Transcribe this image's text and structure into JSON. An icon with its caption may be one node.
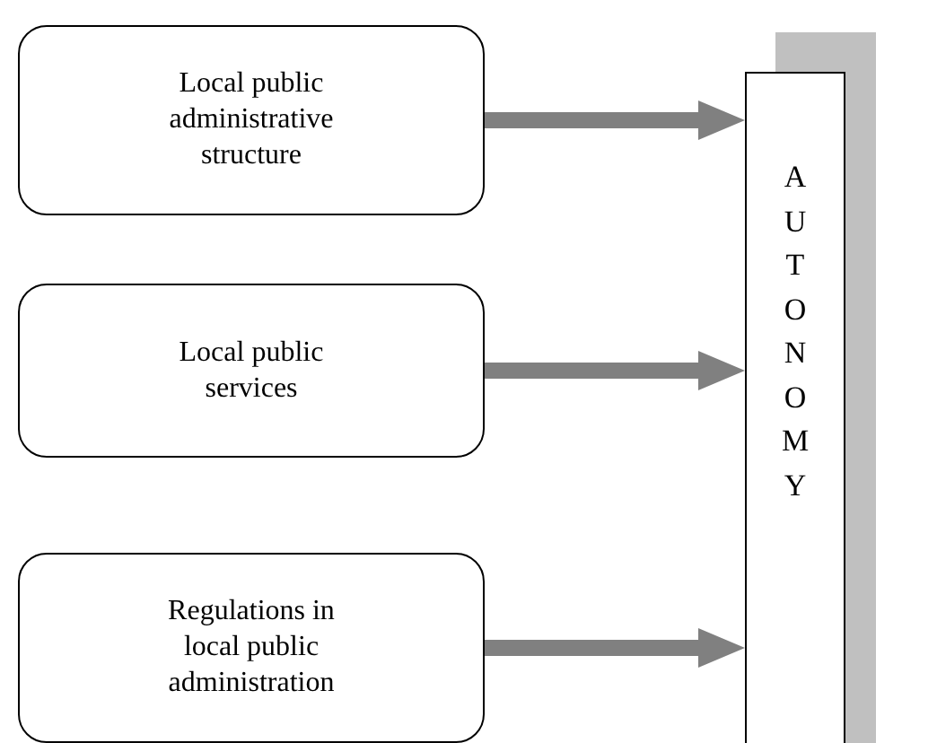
{
  "diagram": {
    "nodes": [
      {
        "text": [
          "Local public administrative structure"
        ]
      },
      {
        "text": [
          "Local public services"
        ]
      },
      {
        "text": [
          "Regulations in local public administration"
        ]
      },
      {
        "text": [
          "AUTONOMY"
        ]
      }
    ],
    "edges": [
      {
        "from": 0,
        "to": 3,
        "arrow": "to"
      },
      {
        "from": 1,
        "to": 3,
        "arrow": "to"
      },
      {
        "from": 2,
        "to": 3,
        "arrow": "to"
      }
    ]
  }
}
